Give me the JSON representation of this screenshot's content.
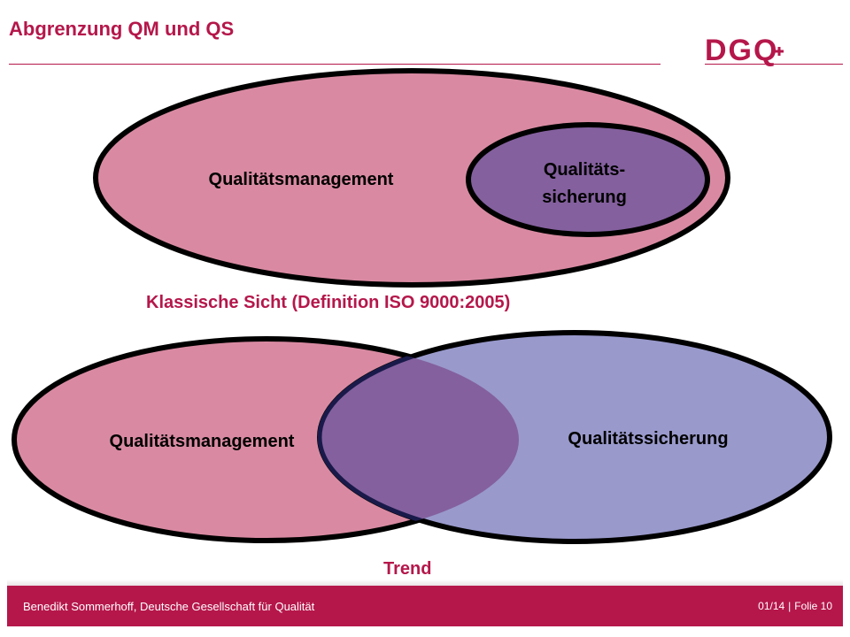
{
  "header": {
    "title": "Abgrenzung QM und QS"
  },
  "logo": {
    "text": "DGQ"
  },
  "diagram_classic": {
    "outer_label": "Qualitätsmanagement",
    "inner_label_line1": "Qualitäts-",
    "inner_label_line2": "sicherung",
    "caption": "Klassische Sicht (Definition ISO 9000:2005)"
  },
  "diagram_trend": {
    "left_label": "Qualitätsmanagement",
    "right_label": "Qualitätssicherung",
    "caption": "Trend"
  },
  "footer": {
    "author": "Benedikt Sommerhoff, Deutsche Gesellschaft für Qualität",
    "date": "01/14",
    "separator": "|",
    "slide": "Folie 10"
  },
  "colors": {
    "brand": "#b5174b",
    "qm_fill": "#d98aa2",
    "qs_inner_fill": "#84609e",
    "qs_fill": "#9999cc",
    "overlap_fill": "#84609e"
  }
}
